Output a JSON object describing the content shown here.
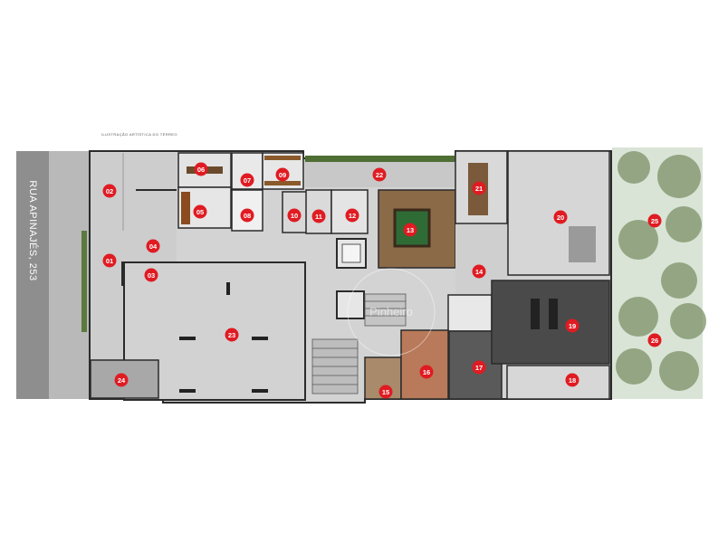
{
  "caption": "ILUSTRAÇÃO ARTÍSTICA DO TÉRREO",
  "street_label": "RUA APINAJÉS, 253",
  "watermark": "Pinheiro",
  "colors": {
    "marker": "#e01b22",
    "floor": "#cfcfcf",
    "street": "#8e8e8e",
    "garden": "#d9e4d6",
    "gym": "#4a4a4a",
    "wall": "#2b2b2b"
  },
  "areas": [
    {
      "id": "01"
    },
    {
      "id": "02"
    },
    {
      "id": "03"
    },
    {
      "id": "04"
    },
    {
      "id": "05"
    },
    {
      "id": "06"
    },
    {
      "id": "07"
    },
    {
      "id": "08"
    },
    {
      "id": "09"
    },
    {
      "id": "10"
    },
    {
      "id": "11"
    },
    {
      "id": "12"
    },
    {
      "id": "13"
    },
    {
      "id": "14"
    },
    {
      "id": "15"
    },
    {
      "id": "16"
    },
    {
      "id": "17"
    },
    {
      "id": "18"
    },
    {
      "id": "19"
    },
    {
      "id": "20"
    },
    {
      "id": "21"
    },
    {
      "id": "22"
    },
    {
      "id": "23"
    },
    {
      "id": "24"
    },
    {
      "id": "25"
    },
    {
      "id": "26"
    }
  ]
}
